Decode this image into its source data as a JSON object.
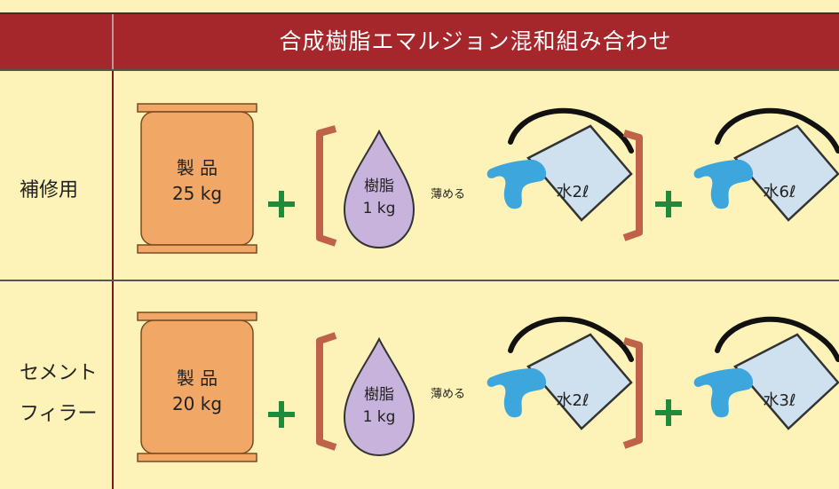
{
  "title": "合成樹脂エマルジョン混和組み合わせ",
  "rows": [
    {
      "label": [
        "補修用"
      ],
      "product": {
        "name": "製 品",
        "amount": "25 kg"
      },
      "resin": {
        "name": "樹脂",
        "amount": "1 kg"
      },
      "dilute": "薄める",
      "water1": "水2ℓ",
      "water2": "水6ℓ"
    },
    {
      "label": [
        "セメント",
        "フィラー"
      ],
      "product": {
        "name": "製 品",
        "amount": "20 kg"
      },
      "resin": {
        "name": "樹脂",
        "amount": "1 kg"
      },
      "dilute": "薄める",
      "water1": "水2ℓ",
      "water2": "水3ℓ"
    }
  ],
  "plus": "+",
  "colors": {
    "header": "#a5262b",
    "background": "#fdf3b8",
    "bag": "#f1a866",
    "resin": "#c8b3dc",
    "bucket": "#cfe0ef",
    "water": "#3da6dd",
    "bracket": "#c0624a",
    "plus": "#1e8a3a"
  }
}
